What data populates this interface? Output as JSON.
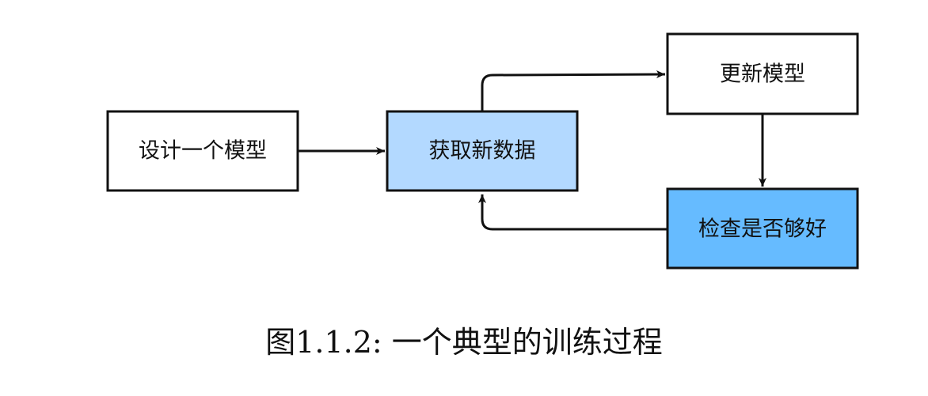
{
  "diagram": {
    "nodes": [
      {
        "id": "design",
        "label": "设计一个模型",
        "fill": "#ffffff"
      },
      {
        "id": "fetch",
        "label": "获取新数据",
        "fill": "#b3d9ff"
      },
      {
        "id": "update",
        "label": "更新模型",
        "fill": "#ffffff"
      },
      {
        "id": "check",
        "label": "检查是否够好",
        "fill": "#66bbff"
      }
    ],
    "edges": [
      {
        "from": "design",
        "to": "fetch"
      },
      {
        "from": "fetch",
        "to": "update"
      },
      {
        "from": "update",
        "to": "check"
      },
      {
        "from": "check",
        "to": "fetch"
      }
    ],
    "stroke_color": "#111111"
  },
  "caption": "图1.1.2: 一个典型的训练过程"
}
